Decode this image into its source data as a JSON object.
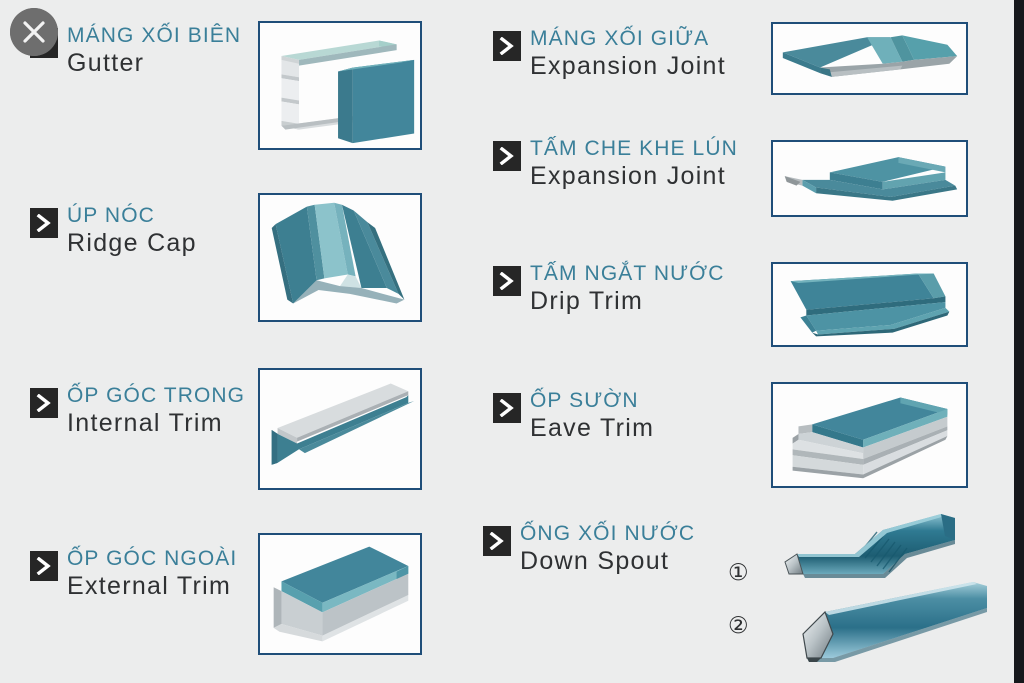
{
  "page": {
    "background_color": "#eceded",
    "accent_teal": "#42869b",
    "vn_text_color": "#3a7f99",
    "en_text_color": "#2f3133",
    "frame_border_color": "#1f4e79",
    "chevron_box_color": "#262626",
    "close_button_color": "#6e6e6e"
  },
  "close_button": {
    "label": "✕",
    "name": "close-overlay-button"
  },
  "left_column": {
    "items": [
      {
        "vn": "MÁNG XỐI BIÊN",
        "en": "Gutter",
        "icon": "gutter-illustration"
      },
      {
        "vn": "ÚP NÓC",
        "en": "Ridge Cap",
        "icon": "ridge-cap-illustration"
      },
      {
        "vn": "ỐP GÓC TRONG",
        "en": "Internal Trim",
        "icon": "internal-trim-illustration"
      },
      {
        "vn": "ỐP GÓC NGOÀI",
        "en": "External Trim",
        "icon": "external-trim-illustration"
      }
    ]
  },
  "right_column": {
    "items": [
      {
        "vn": "MÁNG XỐI GIỮA",
        "en": "Expansion Joint",
        "icon": "valley-gutter-illustration"
      },
      {
        "vn": "TẤM CHE KHE LÚN",
        "en": "Expansion Joint",
        "icon": "expansion-joint-cover-illustration"
      },
      {
        "vn": "TẤM NGẮT NƯỚC",
        "en": "Drip Trim",
        "icon": "drip-trim-illustration"
      },
      {
        "vn": "ỐP SƯỜN",
        "en": "Eave Trim",
        "icon": "eave-trim-illustration"
      },
      {
        "vn": "ỐNG XỐI NƯỚC",
        "en": "Down Spout",
        "icon": "down-spout-illustration"
      }
    ]
  },
  "down_spout_annotations": [
    {
      "marker": "①"
    },
    {
      "marker": "②"
    }
  ]
}
